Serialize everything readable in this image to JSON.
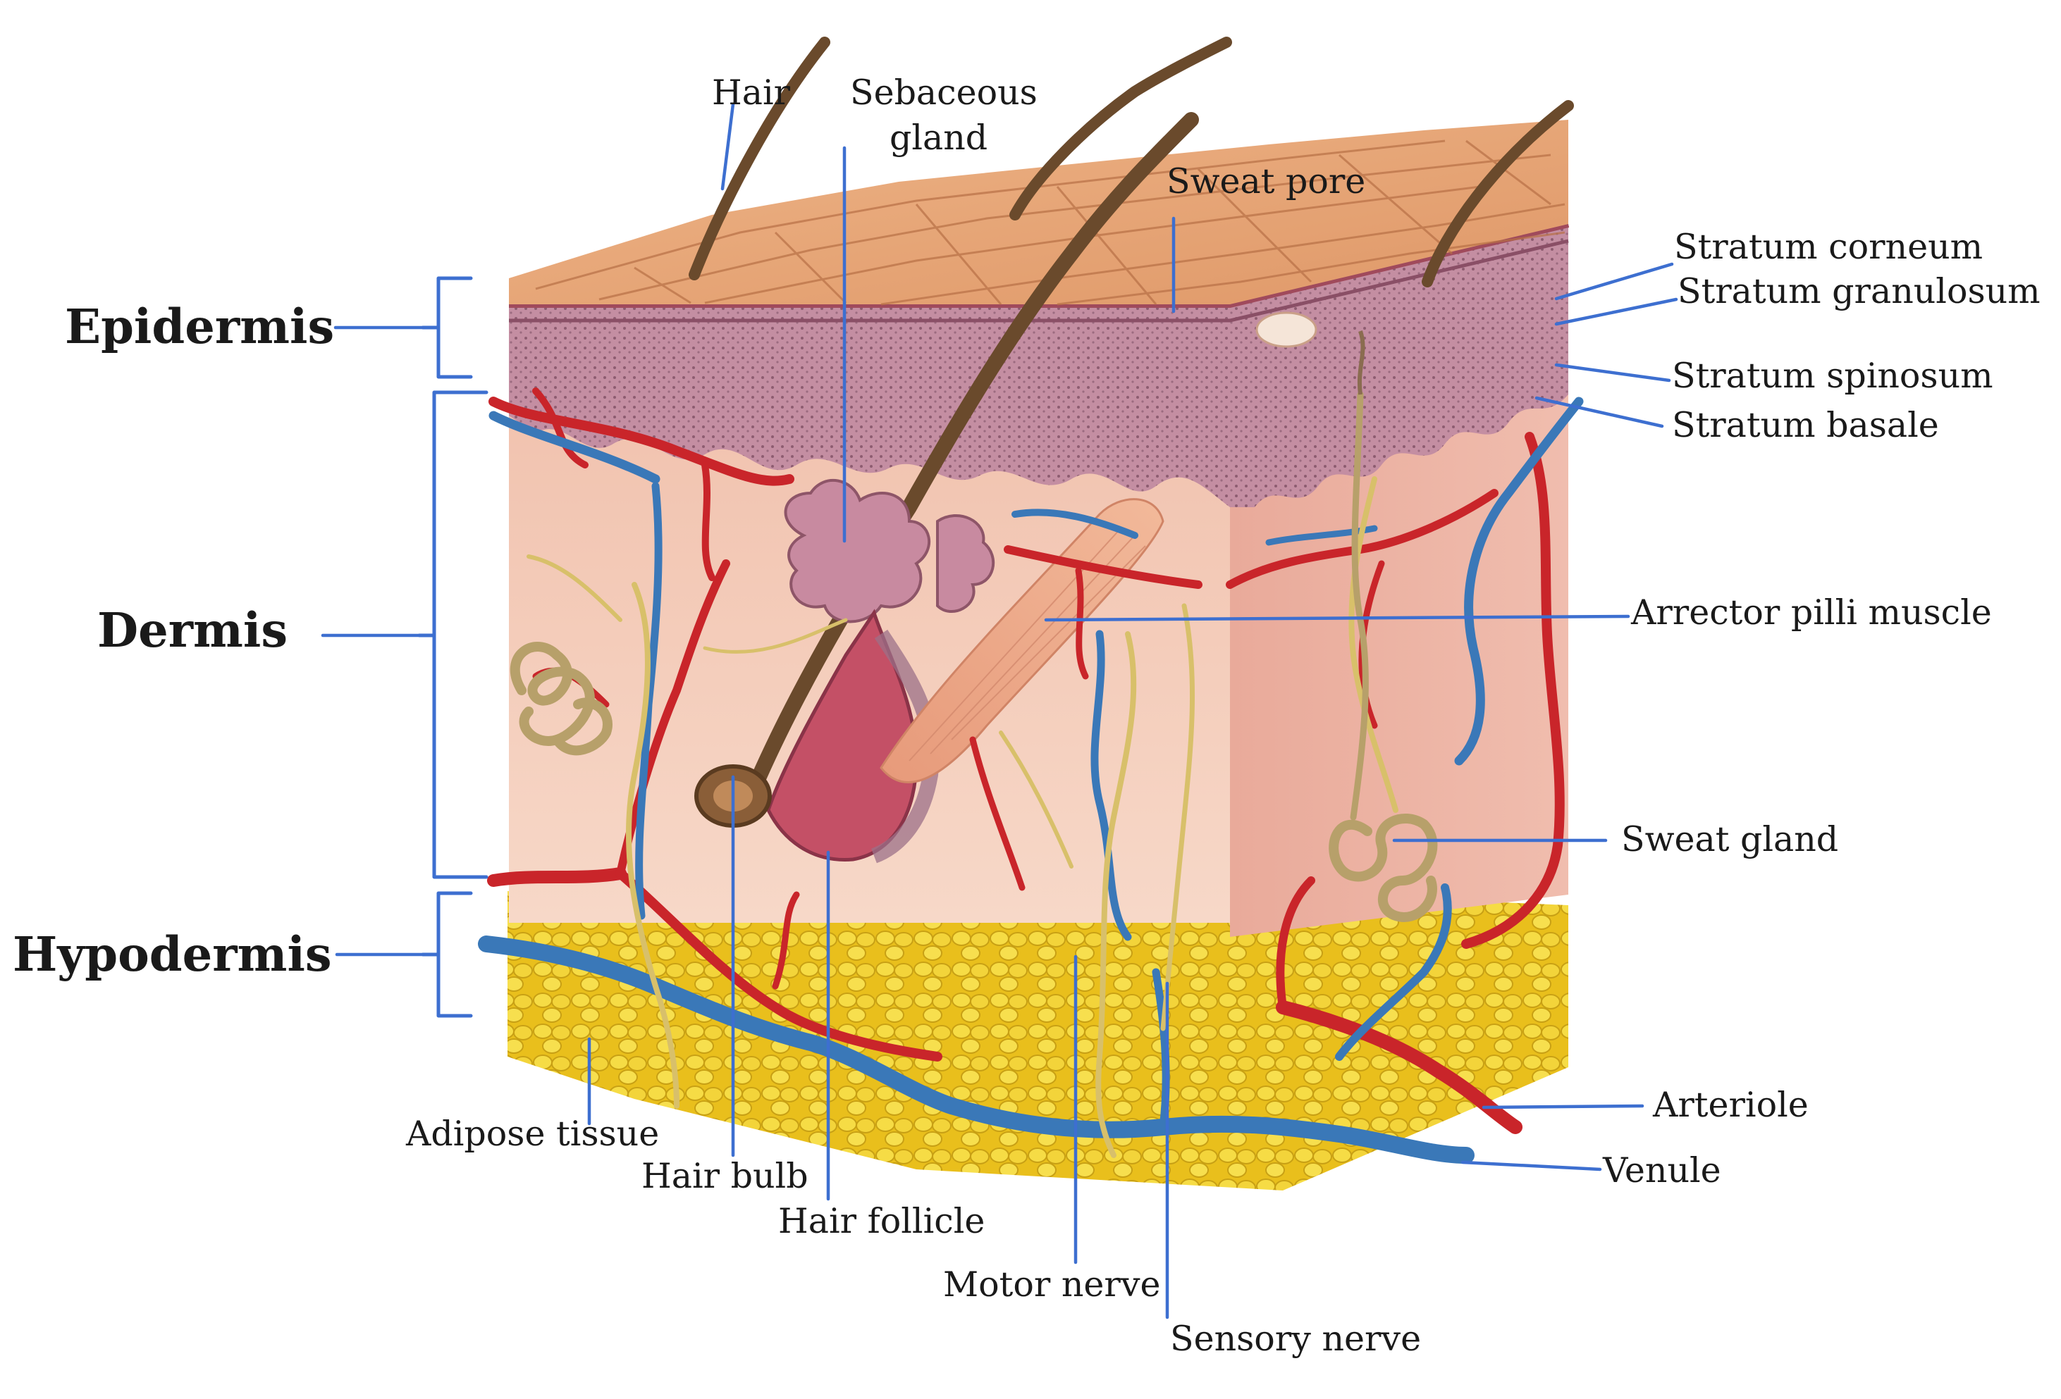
{
  "labels": {
    "epidermis": "Epidermis",
    "dermis": "Dermis",
    "hypodermis": "Hypodermis",
    "hair": "Hair",
    "sebaceous_gland_line1": "Sebaceous",
    "sebaceous_gland_line2": "gland",
    "sweat_pore": "Sweat pore",
    "stratum_corneum": "Stratum corneum",
    "stratum_granulosum": "Stratum granulosum",
    "stratum_spinosum": "Stratum spinosum",
    "stratum_basale": "Stratum basale",
    "arrector_pili_muscle": "Arrector pilli muscle",
    "sweat_gland": "Sweat gland",
    "arteriole": "Arteriole",
    "venule": "Venule",
    "adipose_tissue": "Adipose tissue",
    "hair_bulb": "Hair bulb",
    "hair_follicle": "Hair follicle",
    "motor_nerve": "Motor nerve",
    "sensory_nerve": "Sensory nerve"
  },
  "colors": {
    "leader": "#3d6fd0",
    "epidermis_surface": "#e8a77a",
    "epidermis_layer": "#b77f95",
    "dermis": "#f3c9b4",
    "hypodermis_fat": "#f1cf2a",
    "artery": "#c9252a",
    "vein": "#3a78b8",
    "nerve": "#d8c06a",
    "hair": "#7a5535"
  }
}
